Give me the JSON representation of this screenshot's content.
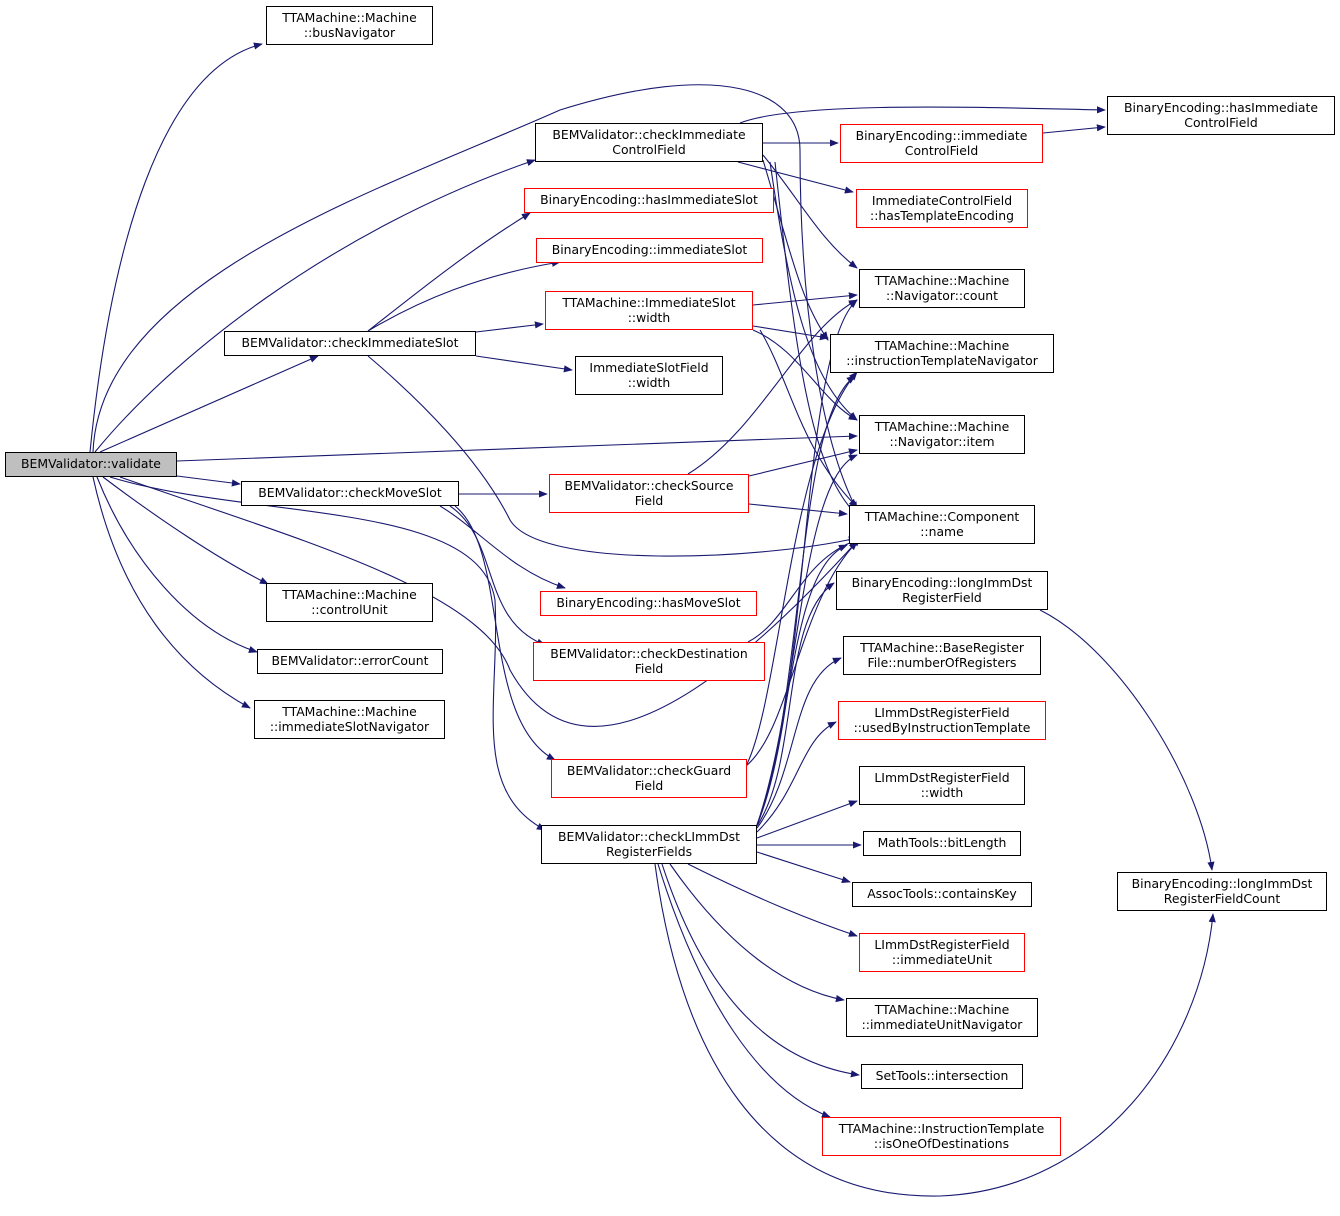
{
  "graph": {
    "edge_color": "#191970",
    "nodes": {
      "validate": {
        "label": "BEMValidator::validate",
        "root": true
      },
      "busNavigator": {
        "label": "TTAMachine::Machine\n::busNavigator"
      },
      "checkImmCtrl": {
        "label": "BEMValidator::checkImmediate\nControlField"
      },
      "hasImmSlot": {
        "label": "BinaryEncoding::hasImmediateSlot",
        "border": "#ff0000"
      },
      "immSlotBE": {
        "label": "BinaryEncoding::immediateSlot",
        "border": "#ff0000"
      },
      "checkImmSlot": {
        "label": "BEMValidator::checkImmediateSlot"
      },
      "immSlotWidth": {
        "label": "TTAMachine::ImmediateSlot\n::width",
        "border": "#ff0000"
      },
      "immSlotFieldWidth": {
        "label": "ImmediateSlotField\n::width"
      },
      "checkMoveSlot": {
        "label": "BEMValidator::checkMoveSlot"
      },
      "checkSource": {
        "label": "BEMValidator::checkSource\nField",
        "border": "#ff0000"
      },
      "controlUnit": {
        "label": "TTAMachine::Machine\n::controlUnit"
      },
      "errorCount": {
        "label": "BEMValidator::errorCount"
      },
      "immSlotNav": {
        "label": "TTAMachine::Machine\n::immediateSlotNavigator"
      },
      "hasMoveSlot": {
        "label": "BinaryEncoding::hasMoveSlot",
        "border": "#ff0000"
      },
      "checkDest": {
        "label": "BEMValidator::checkDestination\nField",
        "border": "#ff0000"
      },
      "checkGuard": {
        "label": "BEMValidator::checkGuard\nField",
        "border": "#ff0000"
      },
      "checkLImm": {
        "label": "BEMValidator::checkLImmDst\nRegisterFields"
      },
      "immCtrlField": {
        "label": "BinaryEncoding::immediate\nControlField",
        "border": "#ff0000"
      },
      "hasTmplEnc": {
        "label": "ImmediateControlField\n::hasTemplateEncoding",
        "border": "#ff0000"
      },
      "navCount": {
        "label": "TTAMachine::Machine\n::Navigator::count"
      },
      "itNav": {
        "label": "TTAMachine::Machine\n::instructionTemplateNavigator"
      },
      "navItem": {
        "label": "TTAMachine::Machine\n::Navigator::item"
      },
      "compName": {
        "label": "TTAMachine::Component\n::name"
      },
      "lidrf": {
        "label": "BinaryEncoding::longImmDst\nRegisterField"
      },
      "numRegs": {
        "label": "TTAMachine::BaseRegister\nFile::numberOfRegisters"
      },
      "usedByIT": {
        "label": "LImmDstRegisterField\n::usedByInstructionTemplate",
        "border": "#ff0000"
      },
      "lidrfWidth": {
        "label": "LImmDstRegisterField\n::width"
      },
      "bitLength": {
        "label": "MathTools::bitLength"
      },
      "containsKey": {
        "label": "AssocTools::containsKey"
      },
      "immUnit": {
        "label": "LImmDstRegisterField\n::immediateUnit",
        "border": "#ff0000"
      },
      "iuNav": {
        "label": "TTAMachine::Machine\n::immediateUnitNavigator"
      },
      "intersection": {
        "label": "SetTools::intersection"
      },
      "isOneOfDest": {
        "label": "TTAMachine::InstructionTemplate\n::isOneOfDestinations",
        "border": "#ff0000"
      },
      "hasImmCtrl": {
        "label": "BinaryEncoding::hasImmediate\nControlField"
      },
      "lidrfCount": {
        "label": "BinaryEncoding::longImmDst\nRegisterFieldCount"
      }
    }
  }
}
